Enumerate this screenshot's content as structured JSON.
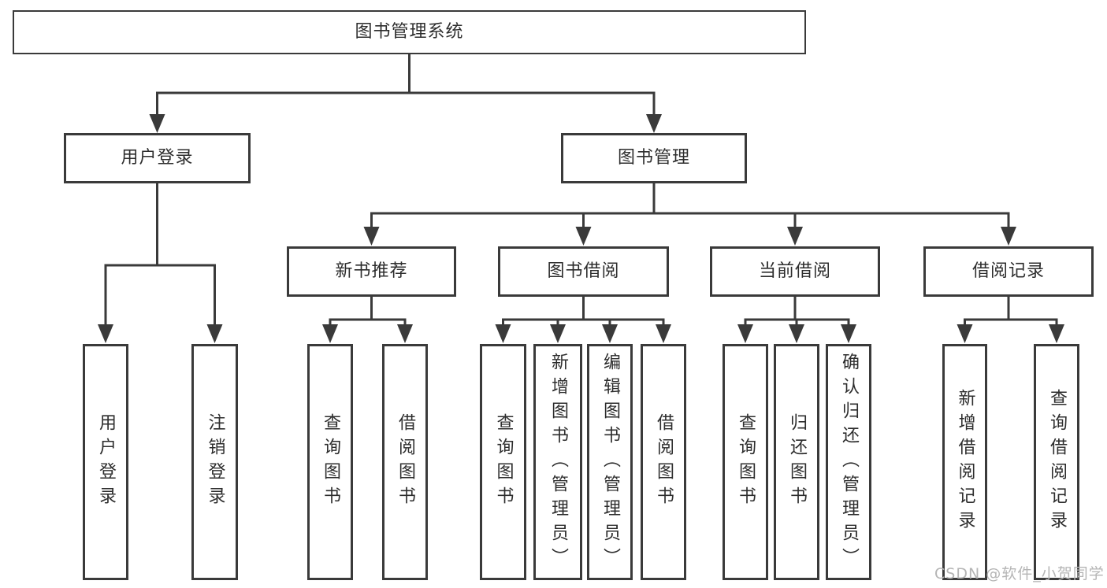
{
  "diagram": {
    "root": "图书管理系统",
    "level1": [
      {
        "label": "用户登录",
        "children": [
          {
            "label": "用户登录"
          },
          {
            "label": "注销登录"
          }
        ]
      },
      {
        "label": "图书管理",
        "children": [
          {
            "label": "新书推荐",
            "children": [
              {
                "label": "查询图书"
              },
              {
                "label": "借阅图书"
              }
            ]
          },
          {
            "label": "图书借阅",
            "children": [
              {
                "label": "查询图书"
              },
              {
                "label": "新增图书（管理员）"
              },
              {
                "label": "编辑图书（管理员）"
              },
              {
                "label": "借阅图书"
              }
            ]
          },
          {
            "label": "当前借阅",
            "children": [
              {
                "label": "查询图书"
              },
              {
                "label": "归还图书"
              },
              {
                "label": "确认归还（管理员）"
              }
            ]
          },
          {
            "label": "借阅记录",
            "children": [
              {
                "label": "新增借阅记录"
              },
              {
                "label": "查询借阅记录"
              }
            ]
          }
        ]
      }
    ]
  },
  "watermark": {
    "text": "CSDN @软件_小贺同学"
  },
  "colors": {
    "line": "#3a3a3a",
    "text": "#2d2d2d",
    "box_background": "#ffffff",
    "watermark": "#b5b5b5"
  }
}
